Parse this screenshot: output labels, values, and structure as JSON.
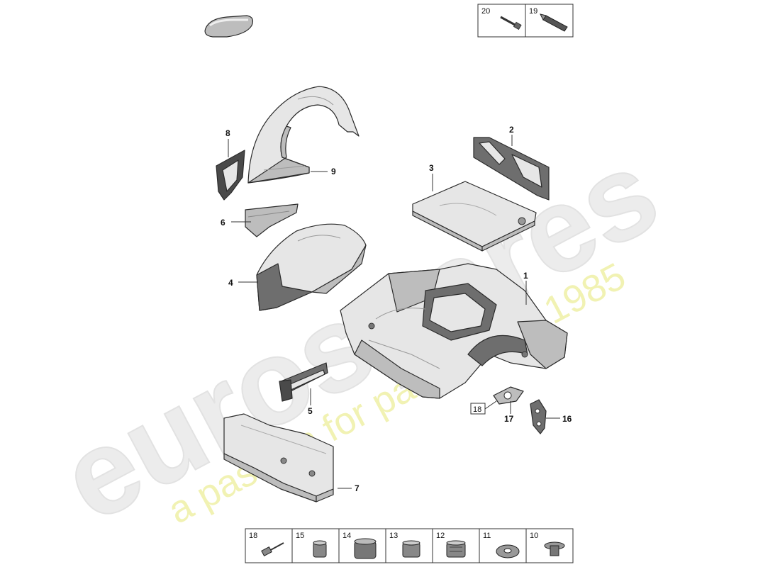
{
  "callouts": {
    "c1": "1",
    "c2": "2",
    "c3": "3",
    "c4": "4",
    "c5": "5",
    "c6": "6",
    "c7": "7",
    "c8": "8",
    "c9": "9",
    "c16": "16",
    "c17": "17",
    "c18": "18"
  },
  "top_parts_table": {
    "cells": [
      {
        "number": "20",
        "icon": "screw-icon"
      },
      {
        "number": "19",
        "icon": "rivet-tool-icon"
      }
    ]
  },
  "bottom_parts_table": {
    "cells": [
      {
        "number": "18",
        "icon": "blind-rivet-icon"
      },
      {
        "number": "15",
        "icon": "small-sleeve-icon"
      },
      {
        "number": "14",
        "icon": "large-sleeve-icon"
      },
      {
        "number": "13",
        "icon": "sleeve-icon"
      },
      {
        "number": "12",
        "icon": "threaded-sleeve-icon"
      },
      {
        "number": "11",
        "icon": "washer-icon"
      },
      {
        "number": "10",
        "icon": "bolt-icon"
      }
    ]
  },
  "watermark": {
    "brand": "eurospares",
    "tagline": "a passion for parts since 1985",
    "brand_color": "#e9e9e9",
    "tagline_color": "#f2f3b0"
  },
  "colors": {
    "line": "#2b2b2b",
    "metal_light": "#e6e6e6",
    "metal_mid": "#bdbdbd",
    "metal_dark": "#6e6e6e"
  }
}
